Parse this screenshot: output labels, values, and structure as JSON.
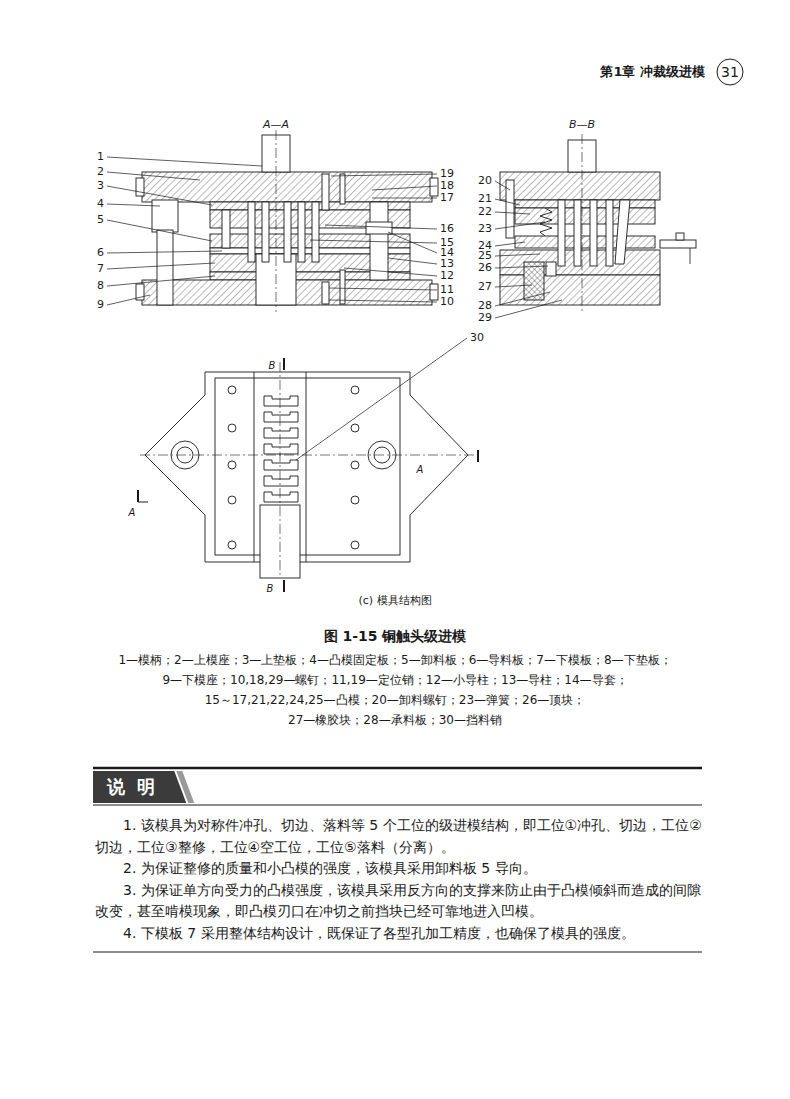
{
  "diagram": {
    "title": "图 1-15 铜触头级进模",
    "caption": "(c) 模具结构图",
    "nodes": [
      {
        "text": [
          "31"
        ]
      },
      {
        "text": [
          "说 明"
        ]
      }
    ],
    "labels": [
      "第1章 冲裁级进模",
      "A—A",
      "B—B",
      "1",
      "2",
      "3",
      "4",
      "5",
      "6",
      "7",
      "8",
      "9",
      "19",
      "18",
      "17",
      "16",
      "15",
      "14",
      "13",
      "12",
      "11",
      "10",
      "20",
      "21",
      "22",
      "23",
      "24",
      "25",
      "26",
      "27",
      "28",
      "29",
      "30",
      "B",
      "A",
      "A",
      "B",
      "1—模柄；2—上模座；3—上垫板；4—凸模固定板；5—卸料板；6—导料板；7—下模板；8—下垫板；",
      "9—下模座；10,18,29—螺钉；11,19—定位销；12—小导柱；13—导柱；14—导套；",
      "15～17,21,22,24,25—凸模；20—卸料螺钉；23—弹簧；26—顶块；",
      "27—橡胶块；28—承料板；30—挡料销",
      "1. 该模具为对称件冲孔、切边、落料等 5 个工位的级进模结构，即工位①冲孔、切边，工位②切边，工位③整修，工位④空工位，工位⑤落料（分离）。",
      "2. 为保证整修的质量和小凸模的强度，该模具采用卸料板 5 导向。",
      "3. 为保证单方向受力的凸模强度，该模具采用反方向的支撑来防止由于凸模倾斜而造成的间隙改变，甚至啃模现象，即凸模刃口在冲切之前挡块已经可靠地进入凹模。",
      "4. 下模板 7 采用整体结构设计，既保证了各型孔加工精度，也确保了模具的强度。"
    ]
  }
}
